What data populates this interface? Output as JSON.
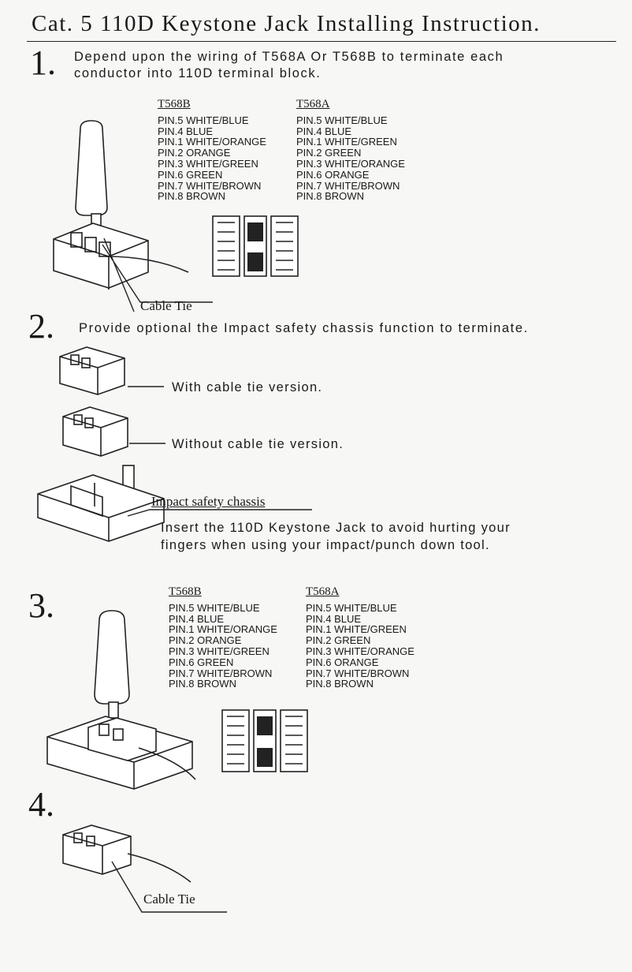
{
  "title": "Cat. 5 110D Keystone Jack Installing Instruction.",
  "steps": [
    {
      "number": "1.",
      "lines": [
        "Depend upon the wiring of T568A Or T568B to terminate each",
        "conductor into 110D terminal block."
      ]
    },
    {
      "number": "2.",
      "text": "Provide optional the Impact safety chassis function to terminate."
    },
    {
      "number": "3."
    },
    {
      "number": "4."
    }
  ],
  "wiring": {
    "t568b": {
      "heading": "T568B",
      "rows": [
        "PIN.5  WHITE/BLUE",
        "PIN.4  BLUE",
        "PIN.1  WHITE/ORANGE",
        "PIN.2  ORANGE",
        "PIN.3  WHITE/GREEN",
        "PIN.6  GREEN",
        "PIN.7  WHITE/BROWN",
        "PIN.8  BROWN"
      ]
    },
    "t568a": {
      "heading": "T568A",
      "rows": [
        "PIN.5  WHITE/BLUE",
        "PIN.4  BLUE",
        "PIN.1  WHITE/GREEN",
        "PIN.2  GREEN",
        "PIN.3  WHITE/ORANGE",
        "PIN.6  ORANGE",
        "PIN.7  WHITE/BROWN",
        "PIN.8  BROWN"
      ]
    }
  },
  "labels": {
    "cable_tie": "Cable Tie",
    "with_cable_tie": "With cable tie version.",
    "without_cable_tie": "Without cable tie version.",
    "impact_chassis": "Impact safety chassis",
    "impact_note": [
      "Insert the 110D  Keystone Jack to avoid hurting your",
      "fingers when using your impact/punch down tool."
    ]
  }
}
